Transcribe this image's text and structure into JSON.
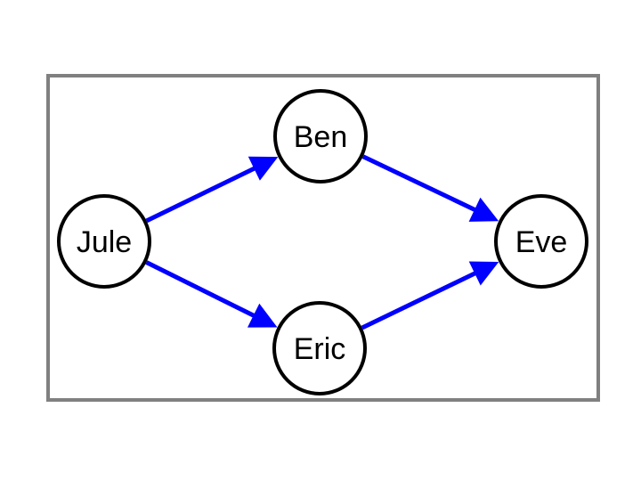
{
  "diagram": {
    "type": "directed-graph",
    "frame_color": "#808080",
    "node_stroke_color": "#000000",
    "node_fill_color": "#ffffff",
    "edge_color": "#0000ff",
    "nodes": [
      {
        "id": "jule",
        "label": "Jule"
      },
      {
        "id": "ben",
        "label": "Ben"
      },
      {
        "id": "eric",
        "label": "Eric"
      },
      {
        "id": "eve",
        "label": "Eve"
      }
    ],
    "edges": [
      {
        "from": "jule",
        "to": "ben"
      },
      {
        "from": "jule",
        "to": "eric"
      },
      {
        "from": "ben",
        "to": "eve"
      },
      {
        "from": "eric",
        "to": "eve"
      }
    ]
  }
}
